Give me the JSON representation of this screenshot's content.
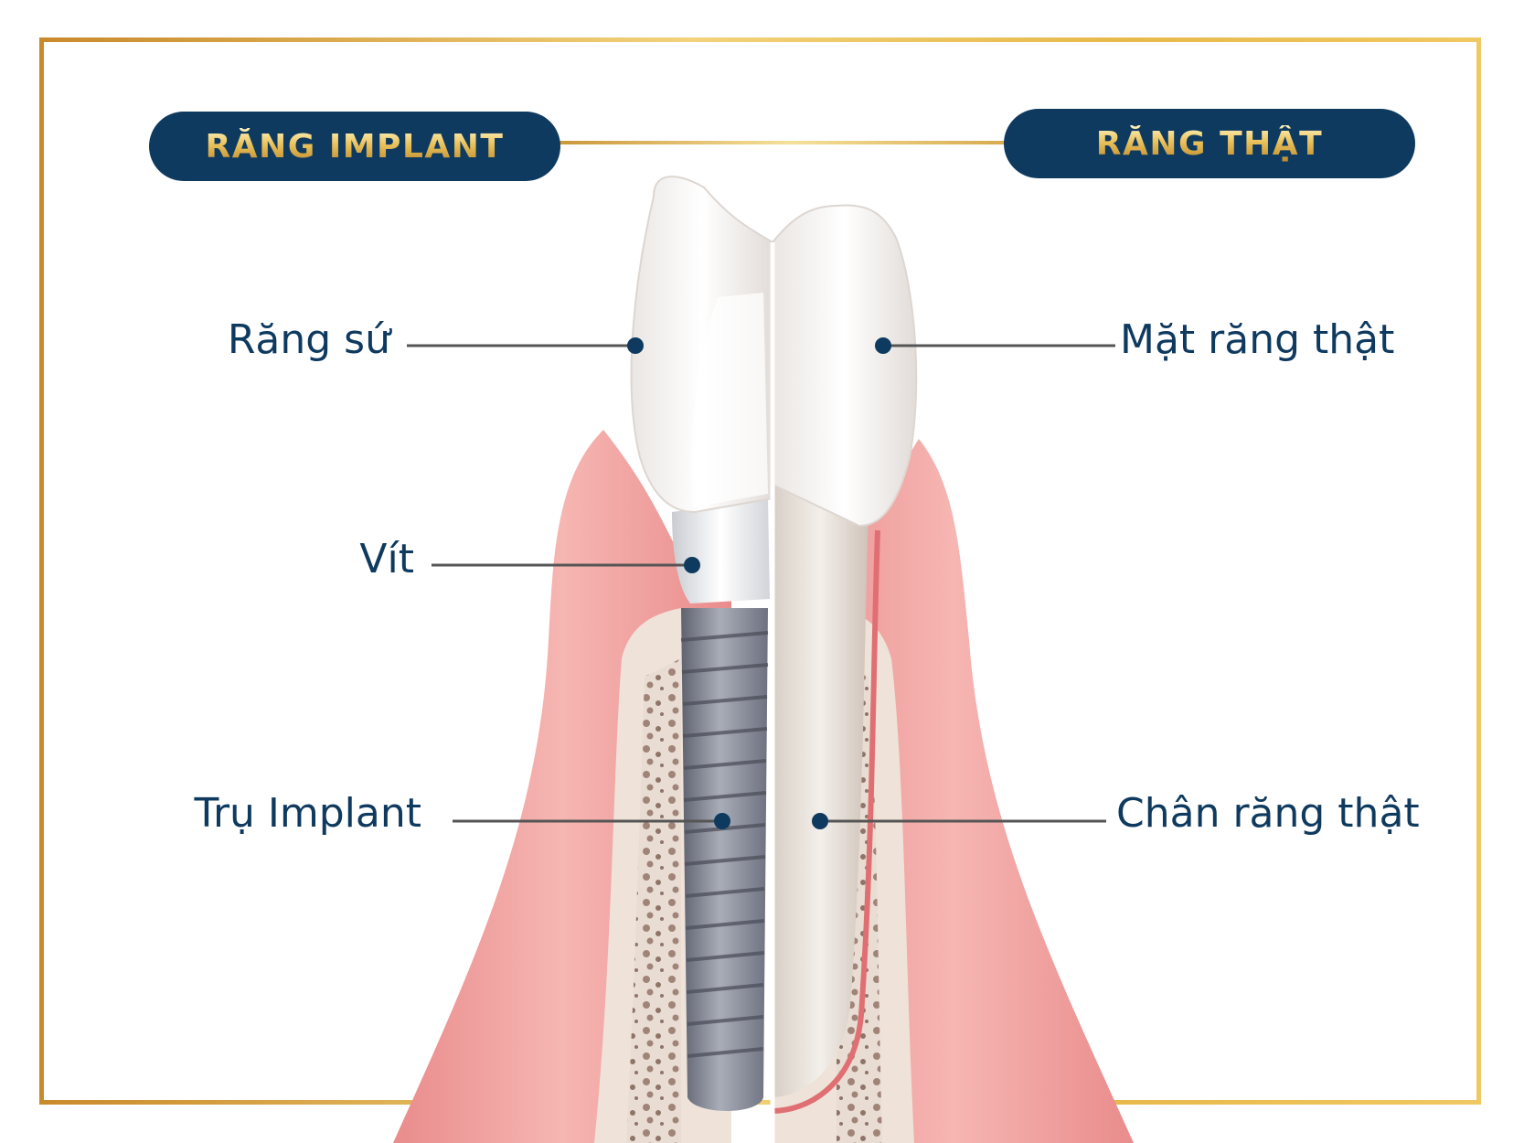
{
  "headers": {
    "left": "RĂNG IMPLANT",
    "right": "RĂNG THẬT"
  },
  "labels": {
    "porcelain_crown": "Răng sứ",
    "screw": "Vít",
    "implant_post": "Trụ Implant",
    "natural_crown": "Mặt răng thật",
    "natural_root": "Chân răng thật"
  },
  "colors": {
    "navy": "#0f3a5f",
    "gold": "#d9a93a",
    "gum": "#f1a7a7",
    "bone": "#efe2d8",
    "implant_metal": "#8a8e99"
  }
}
